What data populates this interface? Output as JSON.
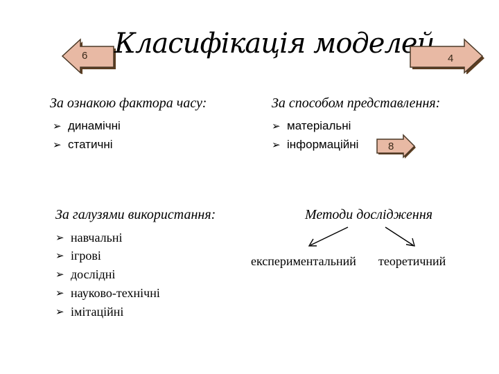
{
  "title": "Класифікація моделей",
  "nav": {
    "prev_label": "6",
    "next_label": "4",
    "link_label": "8"
  },
  "time_factor": {
    "heading": "За ознакою фактора часу:",
    "items": [
      "динамічні",
      "статичні"
    ]
  },
  "representation": {
    "heading": "За способом представлення:",
    "items": [
      "матеріальні",
      "інформаційні"
    ]
  },
  "usage": {
    "heading": "За галузями використання:",
    "items": [
      "навчальні",
      "ігрові",
      "дослідні",
      "науково-технічні",
      "імітаційні"
    ]
  },
  "methods": {
    "heading": "Методи дослідження",
    "left": "експериментальний",
    "right": "теоретичний"
  },
  "colors": {
    "arrow_fill": "#e8b9a4",
    "arrow_stroke": "#4a3826",
    "arrow_shadow": "#5c3e22"
  }
}
